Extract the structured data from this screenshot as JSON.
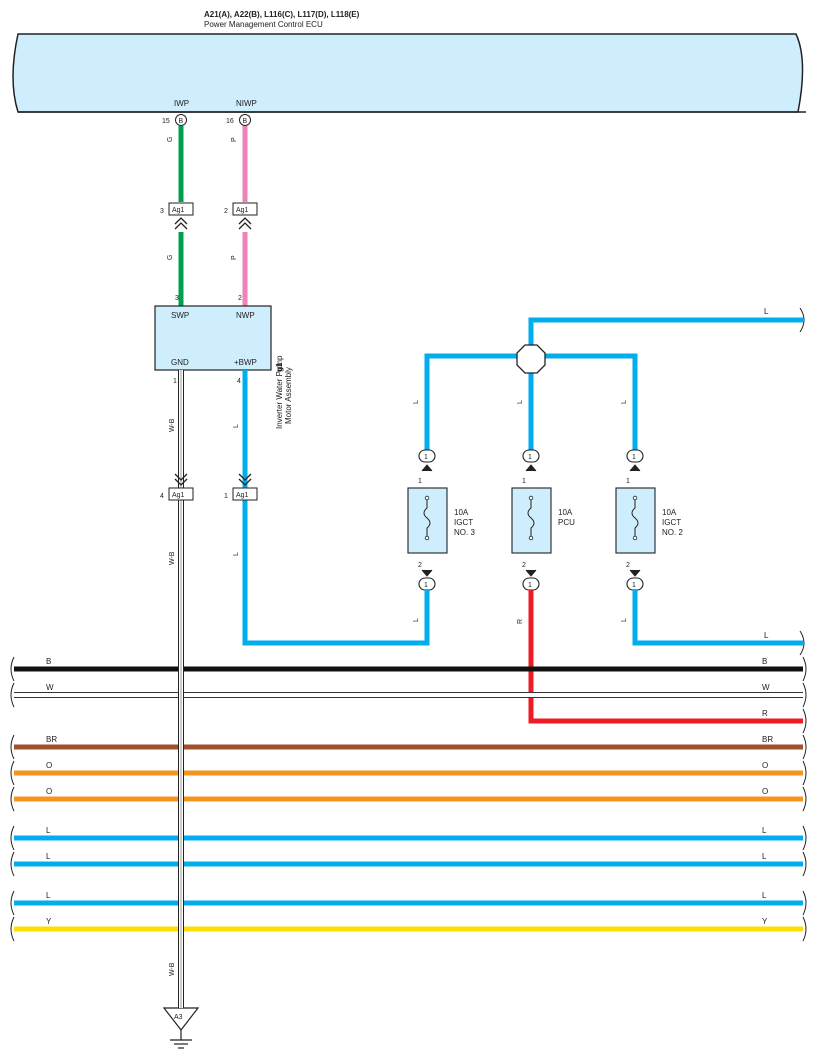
{
  "header": {
    "connectors": "A21(A), A22(B), L116(C), L117(D), L118(E)",
    "component": "Power Management Control ECU"
  },
  "ecu_pins": [
    {
      "label": "IWP",
      "number": "15",
      "connector": "B"
    },
    {
      "label": "NIWP",
      "number": "16",
      "connector": "B"
    }
  ],
  "wire_colors_map": {
    "G": "#00a050",
    "P": "#ee82b9",
    "L": "#00aeef",
    "R": "#ed1c24",
    "B": "#111111",
    "W": "#ffffff",
    "BR": "#a0522d",
    "O": "#f7941d",
    "Y": "#ffdd00",
    "W-B": "#ffffff"
  },
  "upper_wires": [
    {
      "color": "G"
    },
    {
      "color": "P"
    }
  ],
  "mid_connectors": [
    {
      "pin": "3",
      "name": "Ag1"
    },
    {
      "pin": "2",
      "name": "Ag1"
    }
  ],
  "pump": {
    "code": "g1",
    "name_line1": "Inverter Water Pump",
    "name_line2": "Motor Assembly",
    "pins": {
      "swp": {
        "label": "SWP",
        "num": "3"
      },
      "nwp": {
        "label": "NWP",
        "num": "2"
      },
      "gnd": {
        "label": "GND",
        "num": "1"
      },
      "bwp": {
        "label": "+BWP",
        "num": "4"
      }
    }
  },
  "low_connectors": [
    {
      "pin": "4",
      "name": "Ag1"
    },
    {
      "pin": "1",
      "name": "Ag1"
    }
  ],
  "ground_wire": "W-B",
  "ground": {
    "name": "A3"
  },
  "fuses": [
    {
      "amps": "10A",
      "name": "IGCT",
      "line3": "NO. 3",
      "pin_top": "1",
      "pin_bot": "2",
      "conn": "1",
      "top_wire": "L",
      "bot_wire": "L"
    },
    {
      "amps": "10A",
      "name": "PCU",
      "line3": "",
      "pin_top": "1",
      "pin_bot": "2",
      "conn": "1",
      "top_wire": "L",
      "bot_wire": "R"
    },
    {
      "amps": "10A",
      "name": "IGCT",
      "line3": "NO. 2",
      "pin_top": "1",
      "pin_bot": "2",
      "conn": "1",
      "top_wire": "L",
      "bot_wire": "L"
    }
  ],
  "bus_wires": [
    {
      "left": "B",
      "right": "B"
    },
    {
      "left": "W",
      "right": "W"
    },
    {
      "left": "",
      "right": "R"
    },
    {
      "left": "BR",
      "right": "BR"
    },
    {
      "left": "O",
      "right": "O"
    },
    {
      "left": "O",
      "right": "O"
    },
    {
      "left": "L",
      "right": "L"
    },
    {
      "left": "L",
      "right": "L"
    },
    {
      "left": "L",
      "right": "L"
    },
    {
      "left": "Y",
      "right": "Y"
    }
  ],
  "top_right_wire": "L",
  "right_mid_wire": "L"
}
